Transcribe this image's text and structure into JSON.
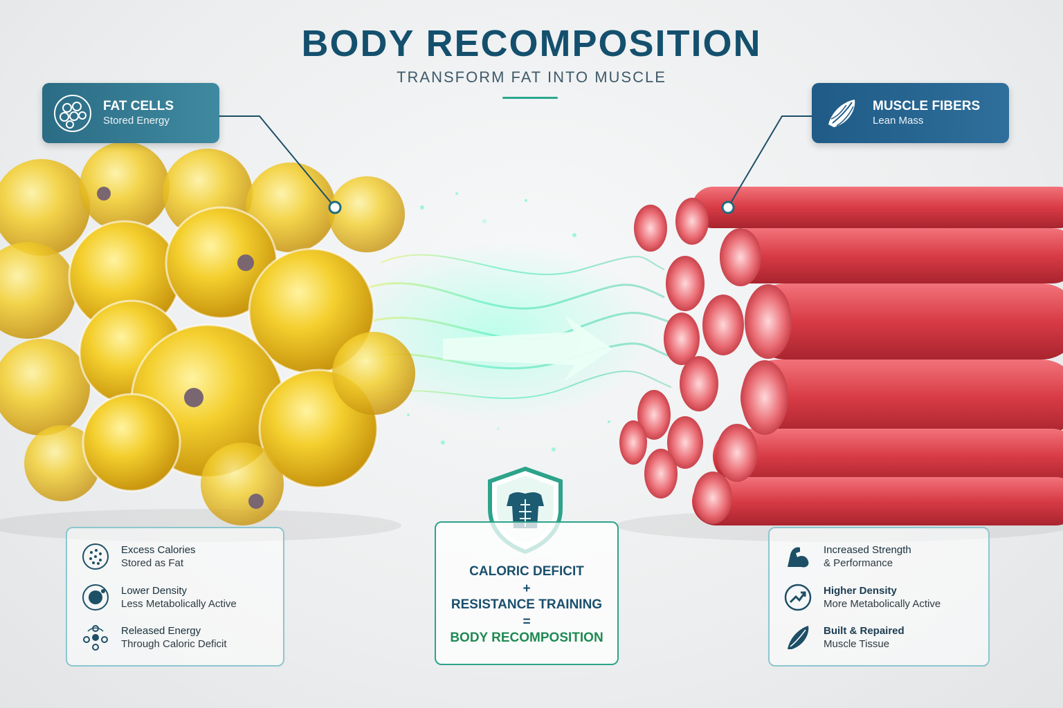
{
  "header": {
    "title": "BODY RECOMPOSITION",
    "subtitle": "TRANSFORM FAT INTO MUSCLE"
  },
  "fat_tag": {
    "title": "FAT CELLS",
    "subtitle": "Stored Energy",
    "icon": "cells-icon"
  },
  "muscle_tag": {
    "title": "MUSCLE FIBERS",
    "subtitle": "Lean Mass",
    "icon": "muscle-fiber-icon"
  },
  "fat_panel": {
    "items": [
      {
        "icon": "dots-circle-icon",
        "line1": "Excess Calories",
        "line2": "Stored as Fat",
        "bold": false
      },
      {
        "icon": "density-circle-icon",
        "line1": "Lower Density",
        "line2": "Less Metabolically Active",
        "bold": false
      },
      {
        "icon": "energy-release-icon",
        "line1": "Released Energy",
        "line2": "Through Caloric Deficit",
        "bold": false
      }
    ]
  },
  "muscle_panel": {
    "items": [
      {
        "icon": "flexed-arm-icon",
        "line1": "Increased Strength",
        "line2": "& Performance",
        "bold": false
      },
      {
        "icon": "trend-up-icon",
        "line1": "Higher Density",
        "line2": "More Metabolically Active",
        "bold": true
      },
      {
        "icon": "muscle-tissue-icon",
        "line1": "Built & Repaired",
        "line2": "Muscle Tissue",
        "bold": true
      }
    ]
  },
  "equation": {
    "line1": "CALORIC DEFICIT",
    "plus": "+",
    "line2": "RESISTANCE TRAINING",
    "equals": "=",
    "result": "BODY RECOMPOSITION",
    "icon": "torso-shield-icon"
  },
  "colors": {
    "title": "#14506e",
    "accent_teal": "#2aa88f",
    "fat_yellow": "#f2c21b",
    "muscle_red": "#d9424a",
    "result_green": "#1f8a53"
  }
}
